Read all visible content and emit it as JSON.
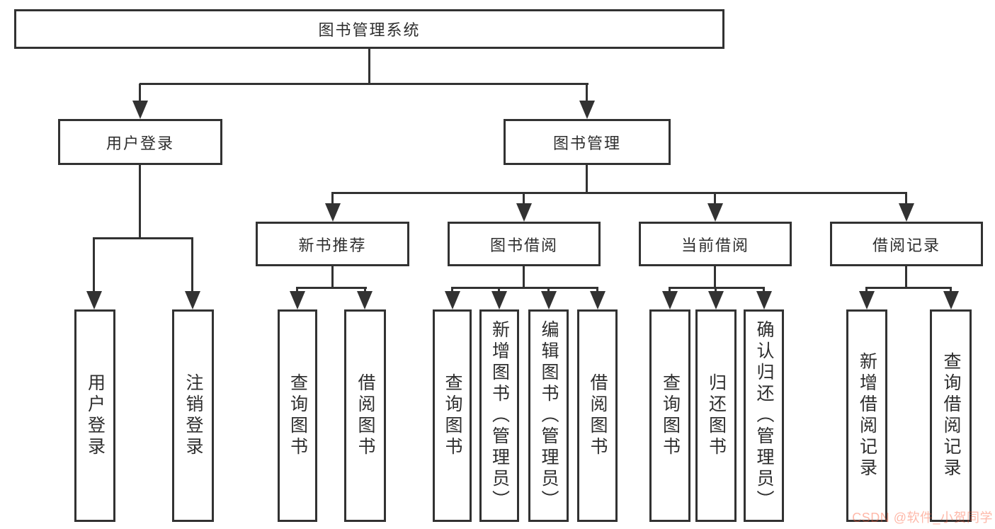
{
  "diagram": {
    "title": "图书管理系统",
    "nodes": {
      "root": "图书管理系统",
      "user_login": "用户登录",
      "book_mgmt": "图书管理",
      "new_book_rec": "新书推荐",
      "book_borrow": "图书借阅",
      "current_borrow": "当前借阅",
      "borrow_records": "借阅记录",
      "ul_login": "用户登录",
      "ul_logout": "注销登录",
      "nbr_query": "查询图书",
      "nbr_borrow": "借阅图书",
      "bb_query": "查询图书",
      "bb_add": "新增图书（管理员）",
      "bb_edit": "编辑图书（管理员）",
      "bb_borrow": "借阅图书",
      "cb_query": "查询图书",
      "cb_return": "归还图书",
      "cb_confirm": "确认归还（管理员）",
      "br_add": "新增借阅记录",
      "br_query": "查询借阅记录"
    },
    "colors": {
      "line": "#323232",
      "text": "#2e2e2e",
      "background": "#ffffff",
      "watermark": "#fc5531"
    }
  },
  "watermark": "CSDN @软件_小贺同学"
}
